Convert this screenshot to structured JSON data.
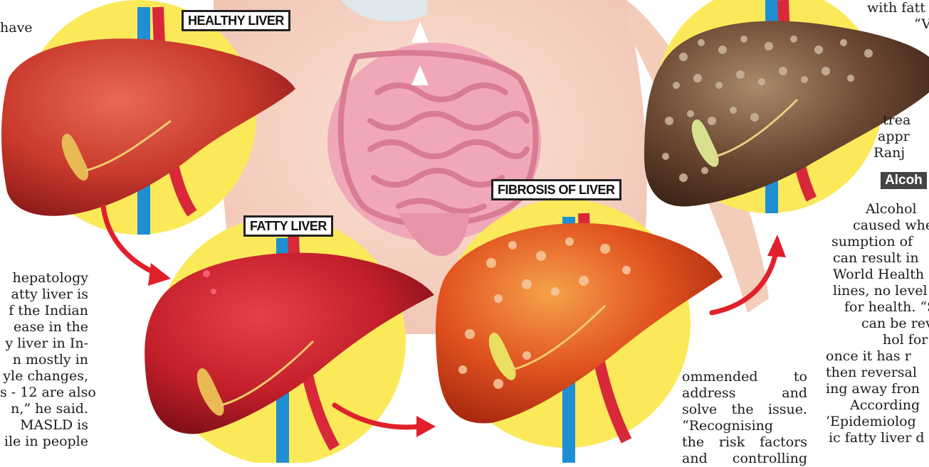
{
  "labels": {
    "healthy": "HEALTHY LIVER",
    "fatty": "FATTY LIVER",
    "fibrosis": "FIBROSIS OF LIVER"
  },
  "text_top_left": "have",
  "text_top_right": [
    "with fatt",
    "“V"
  ],
  "left_column": [
    "hepatology",
    "atty liver is",
    "f the Indian",
    "ease in the",
    "y liver in In-",
    "n mostly in",
    "yle changes,",
    "s - 12 are also",
    "n,” he said.",
    "MASLD is",
    "ile in people"
  ],
  "middle_column": [
    "ommended to",
    "address and",
    "solve the issue.",
    "“Recognising",
    "the risk factors",
    "and controlling"
  ],
  "right_upper": [
    "trea",
    "appr",
    "Ranj"
  ],
  "subhead": "Alcoh",
  "right_column": [
    "Alcohol",
    "caused whe",
    "sumption of",
    "can result in",
    "World Health",
    "lines, no level",
    "for health. “S",
    "can be rever",
    "hol for more",
    "once it has r",
    "then reversal",
    "ing away fron",
    "According",
    "‘Epidemiolog",
    "ic fatty liver d"
  ],
  "colors": {
    "yellow_circle": "#fbe95a",
    "healthy_liver": "#c8392b",
    "fatty_liver": "#c21f2a",
    "fibrosis_liver": "#e0521f",
    "cirrhosis_liver": "#6e4a34",
    "vein_blue": "#1f8fd3",
    "artery_red": "#d8283a",
    "arrow_red": "#e0202a",
    "skin": "#f5d6c6"
  }
}
